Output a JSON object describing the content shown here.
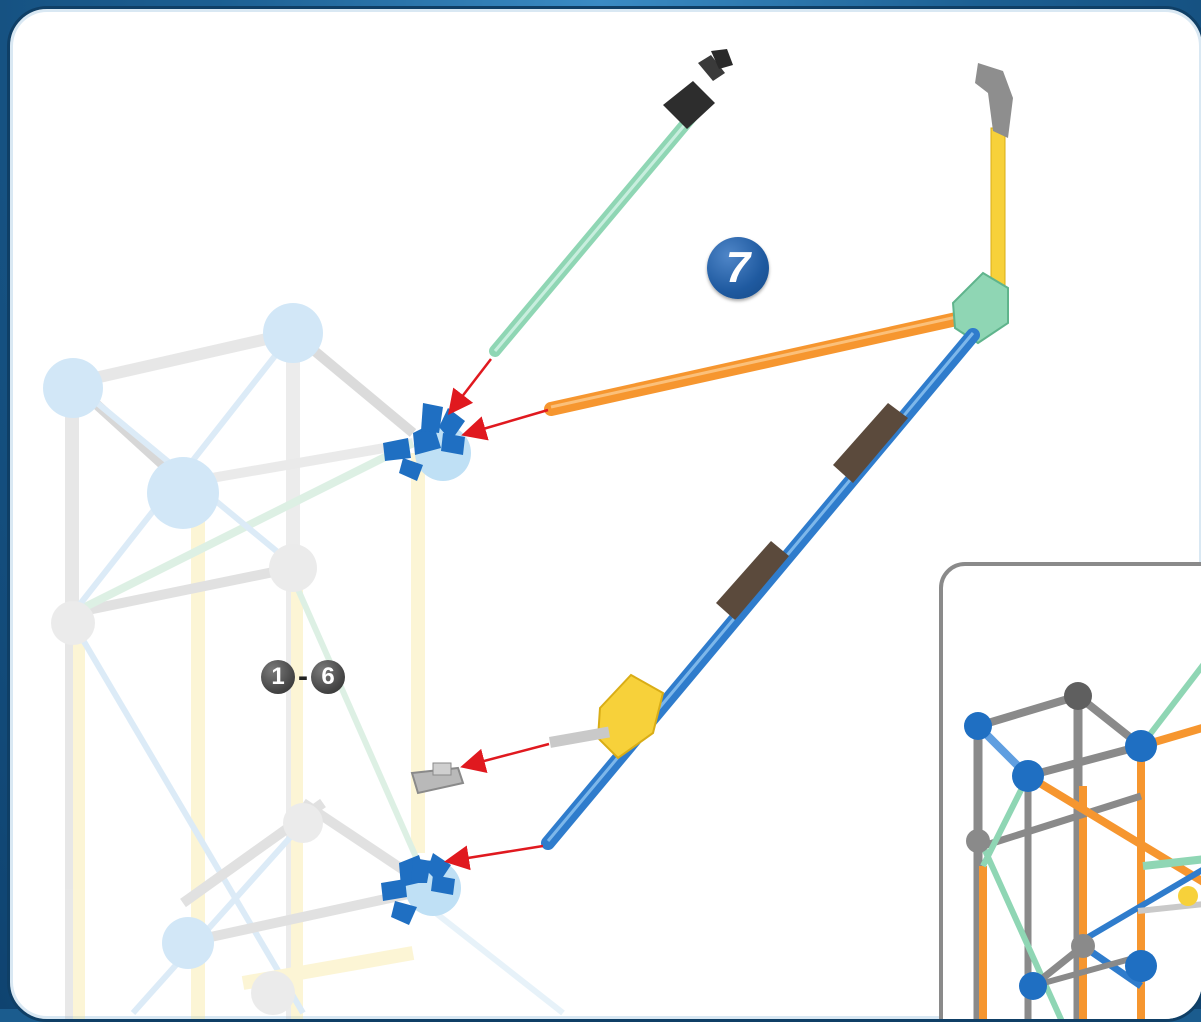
{
  "step": {
    "number": "7",
    "range_start": "1",
    "range_sep": "-",
    "range_end": "6"
  },
  "colors": {
    "frame": "#1b5c8e",
    "arrow": "#e0191f",
    "green_rod": "#8fd6b4",
    "orange_rod": "#f6962f",
    "yellow_rod": "#f7d13a",
    "blue_rod": "#2f7ccc",
    "connector_blue": "#1f6fc2",
    "connector_grey": "#7d7d7d",
    "clip_brown": "#5b4a3c"
  },
  "icons": {
    "step_badge": "step-number-badge",
    "range_marker": "previous-steps-marker",
    "arrows": "insertion-arrow"
  }
}
